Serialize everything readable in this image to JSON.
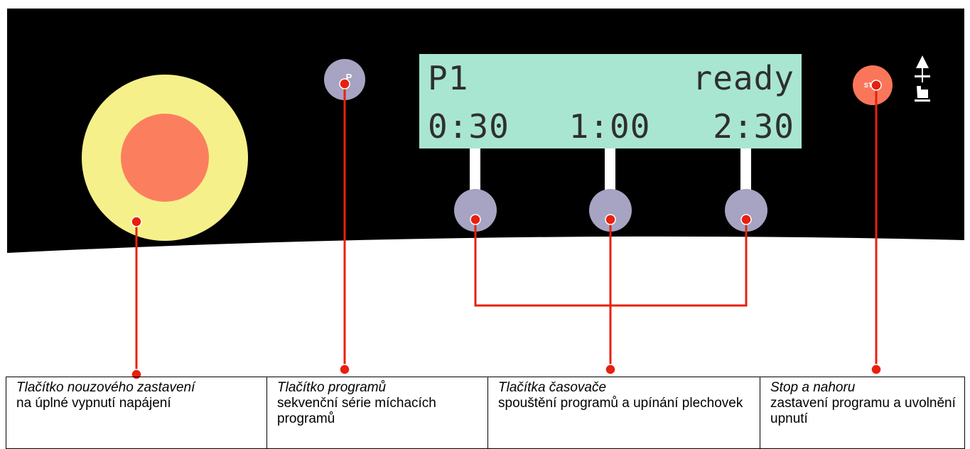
{
  "colors": {
    "panel": "#000000",
    "estop_outer": "#f6f08a",
    "estop_inner": "#fb7f5e",
    "button": "#a6a4c2",
    "lcd": "#a8e6d2",
    "stop": "#f9765a",
    "leader": "#e8200f"
  },
  "display": {
    "program": "P1",
    "status": "ready",
    "times": [
      "0:30",
      "1:00",
      "2:30"
    ]
  },
  "buttons": {
    "program_label": "P",
    "stop_label": "STOP"
  },
  "icons": {
    "up_release": "arrow-up-release-icon"
  },
  "callouts": [
    {
      "title": "Tlačítko nouzového zastavení",
      "desc": "na úplné vypnutí napájení"
    },
    {
      "title": "Tlačítko programů",
      "desc": "sekvenční série míchacích programů"
    },
    {
      "title": "Tlačítka časovače",
      "desc": "spouštění programů a upínání plechovek"
    },
    {
      "title": "Stop a nahoru",
      "desc": "zastavení programu a uvolnění upnutí"
    }
  ]
}
